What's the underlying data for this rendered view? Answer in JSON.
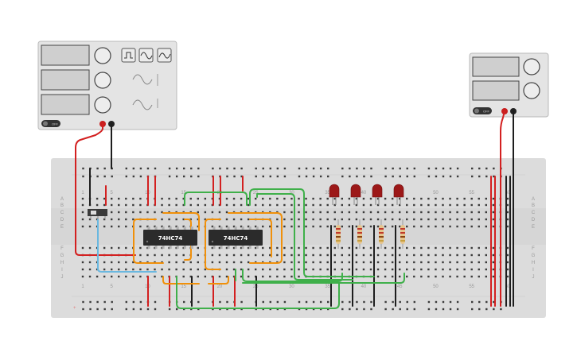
{
  "function_generator": {
    "power_label": "OFF",
    "waveforms": [
      "square-wave-icon",
      "sine-wave-icon",
      "triangle-wave-icon"
    ]
  },
  "power_supply": {
    "power_label": "OFF"
  },
  "breadboard": {
    "rows_top": [
      "A",
      "B",
      "C",
      "D",
      "E"
    ],
    "rows_bottom": [
      "F",
      "G",
      "H",
      "I",
      "J"
    ],
    "column_numbers_top": [
      "1",
      "5",
      "10",
      "15",
      "20",
      "25",
      "30",
      "35",
      "40",
      "45",
      "50",
      "55",
      "60"
    ],
    "column_numbers_bottom": [
      "1",
      "5",
      "10",
      "15",
      "20",
      "25",
      "30",
      "35",
      "40",
      "45",
      "50",
      "55",
      "60"
    ]
  },
  "chips": [
    {
      "label": "74HC74"
    },
    {
      "label": "74HC74"
    }
  ],
  "colors": {
    "board": "#dcdcdc",
    "wire_red": "#d32020",
    "wire_black": "#1e1e1e",
    "wire_orange": "#f0900a",
    "wire_green": "#3fb04a",
    "wire_blue": "#6ab8e0",
    "led": "#9c1818"
  }
}
